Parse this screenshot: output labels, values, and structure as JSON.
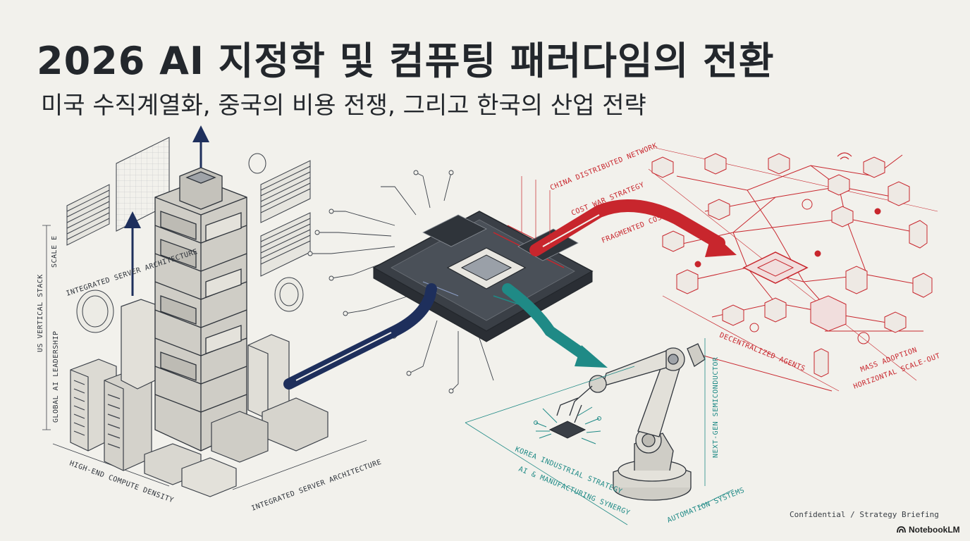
{
  "title": "2026 AI 지정학 및 컴퓨팅 패러다임의 전환",
  "subtitle": "미국 수직계열화, 중국의 비용 전쟁, 그리고 한국의 산업 전략",
  "us_labels": {
    "vertical_stack": "US VERTICAL STACK",
    "ai_leadership": "GLOBAL AI LEADERSHIP",
    "integrated_server": "INTEGRATED SERVER ARCHITECTURE",
    "integrated_server_bottom": "INTEGRATED SERVER ARCHITECTURE",
    "compute_density": "HIGH-END COMPUTE DENSITY",
    "scale": "SCALE E"
  },
  "china_labels": {
    "distributed_network": "CHINA DISTRIBUTED NETWORK",
    "cost_war": "COST WAR STRATEGY",
    "decentralized_agents": "DECENTRALIZED AGENTS",
    "mass_adoption": "MASS ADOPTION",
    "horizontal_scale": "HORIZONTAL SCALE-OUT",
    "fragmented": "FRAGMENTED COSTS"
  },
  "korea_labels": {
    "semiconductor": "NEXT-GEN SEMICONDUCTOR",
    "industrial": "KOREA INDUSTRIAL STRATEGY",
    "manufacturing": "AI & MANUFACTURING SYNERGY",
    "automation": "AUTOMATION SYSTEMS"
  },
  "footer_note": "Confidential / Strategy Briefing",
  "brand": "NotebookLM",
  "colors": {
    "us": "#1e2f5c",
    "china": "#c8262d",
    "korea": "#1f8a86",
    "ink": "#3b4048"
  }
}
